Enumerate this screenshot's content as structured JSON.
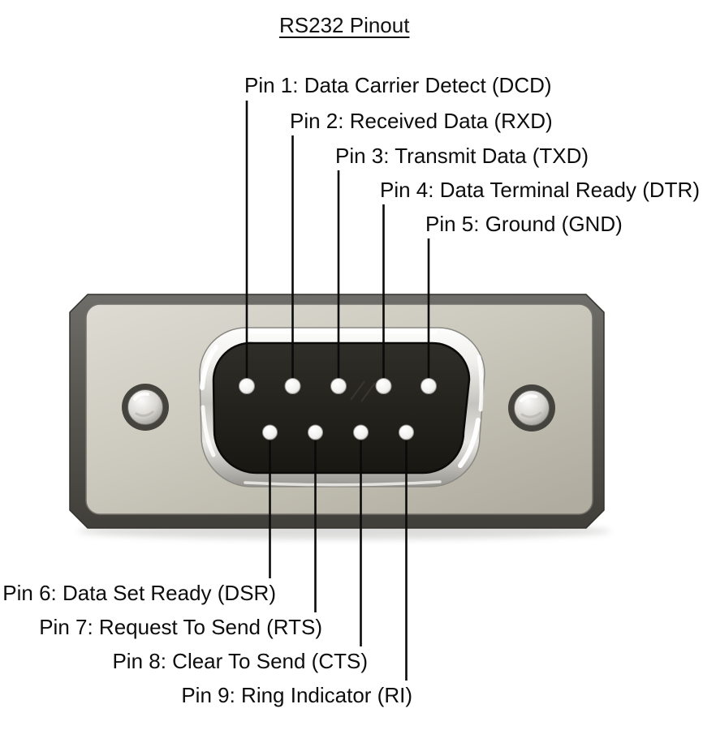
{
  "title": "RS232 Pinout",
  "connector": {
    "name": "DB9 male serial connector",
    "pin_count": 9,
    "colors": {
      "background": "#ffffff",
      "frame": "#57554f",
      "faceplate": "#cbc8bd",
      "bezel_chrome": "#e9e8e4",
      "recess": "#1e1d18",
      "pin": "#f4f4f2",
      "leader_line": "#0a0a0a",
      "text": "#0d0d0d"
    }
  },
  "pins": [
    {
      "number": "Pin 1",
      "signal": "Data Carrier Detect",
      "abbr": "DCD",
      "label": "Pin 1: Data Carrier Detect (DCD)"
    },
    {
      "number": "Pin 2",
      "signal": "Received Data",
      "abbr": "RXD",
      "label": "Pin 2: Received Data (RXD)"
    },
    {
      "number": "Pin 3",
      "signal": "Transmit Data",
      "abbr": "TXD",
      "label": "Pin 3: Transmit Data (TXD)"
    },
    {
      "number": "Pin 4",
      "signal": "Data Terminal Ready",
      "abbr": "DTR",
      "label": "Pin 4: Data Terminal Ready (DTR)"
    },
    {
      "number": "Pin 5",
      "signal": "Ground",
      "abbr": "GND",
      "label": "Pin 5: Ground (GND)"
    },
    {
      "number": "Pin 6",
      "signal": "Data Set Ready",
      "abbr": "DSR",
      "label": "Pin 6: Data Set Ready (DSR)"
    },
    {
      "number": "Pin 7",
      "signal": "Request To Send",
      "abbr": "RTS",
      "label": "Pin 7: Request To Send (RTS)"
    },
    {
      "number": "Pin 8",
      "signal": "Clear To Send",
      "abbr": "CTS",
      "label": "Pin 8: Clear To Send (CTS)"
    },
    {
      "number": "Pin 9",
      "signal": "Ring Indicator",
      "abbr": "RI",
      "label": "Pin 9: Ring Indicator (RI)"
    }
  ]
}
